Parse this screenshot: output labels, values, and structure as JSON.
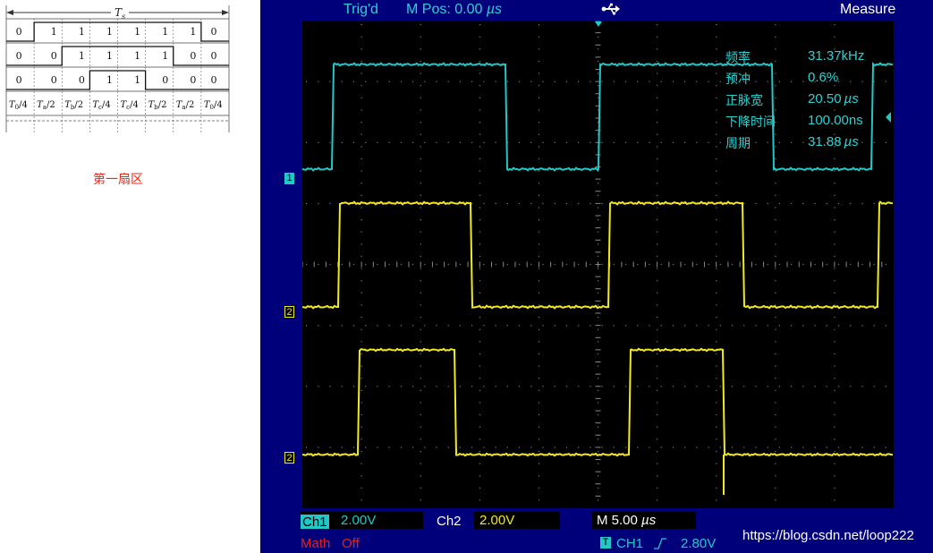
{
  "timing_diagram": {
    "period_label": "T",
    "period_sub": "s",
    "rows": [
      [
        "0",
        "1",
        "1",
        "1",
        "1",
        "1",
        "1",
        "0"
      ],
      [
        "0",
        "0",
        "1",
        "1",
        "1",
        "1",
        "0",
        "0"
      ],
      [
        "0",
        "0",
        "0",
        "1",
        "1",
        "0",
        "0",
        "0"
      ]
    ],
    "segment_labels": [
      {
        "t": "T",
        "s": "0",
        "tail": "/4"
      },
      {
        "t": "T",
        "s": "a",
        "tail": "/2"
      },
      {
        "t": "T",
        "s": "b",
        "tail": "/2"
      },
      {
        "t": "T",
        "s": "c",
        "tail": "/4"
      },
      {
        "t": "T",
        "s": "c",
        "tail": "/4"
      },
      {
        "t": "T",
        "s": "b",
        "tail": "/2"
      },
      {
        "t": "T",
        "s": "a",
        "tail": "/2"
      },
      {
        "t": "T",
        "s": "0",
        "tail": "/4"
      }
    ]
  },
  "caption": "第一扇区",
  "scope": {
    "header": {
      "trig_status": "Trig'd",
      "mpos_label": "M Pos: 0.00",
      "mpos_unit": "µs",
      "usb_icon": "usb-icon",
      "menu_title": "Measure"
    },
    "measurements": [
      {
        "label": "频率",
        "value": "31.37kHz"
      },
      {
        "label": "预冲",
        "value": "0.6%"
      },
      {
        "label": "正脉宽",
        "value": "20.50",
        "unit": "µs"
      },
      {
        "label": "下降时间",
        "value": "100.00ns"
      },
      {
        "label": "周期",
        "value": "31.88",
        "unit": "µs"
      }
    ],
    "channel_markers": [
      "1",
      "2",
      "2"
    ],
    "status": {
      "ch1_label": "Ch1",
      "ch1_scale": "2.00V",
      "ch2_label": "Ch2",
      "ch2_scale": "2.00V",
      "timebase_prefix": "M",
      "timebase_value": "5.00",
      "timebase_unit": "µs",
      "math_label": "Math",
      "math_state": "Off",
      "trigger_badge": "T",
      "trigger_source": "CH1",
      "trigger_edge": "rising-edge-icon",
      "trigger_level": "2.80V"
    },
    "watermark": "https://blog.csdn.net/loop222",
    "colors": {
      "background": "#00007a",
      "screen": "#000000",
      "ch1": "#22c8c8",
      "ch2": "#f2ea20",
      "header_text": "#2ad2d2",
      "math": "#e02020",
      "white": "#ffffff"
    }
  }
}
